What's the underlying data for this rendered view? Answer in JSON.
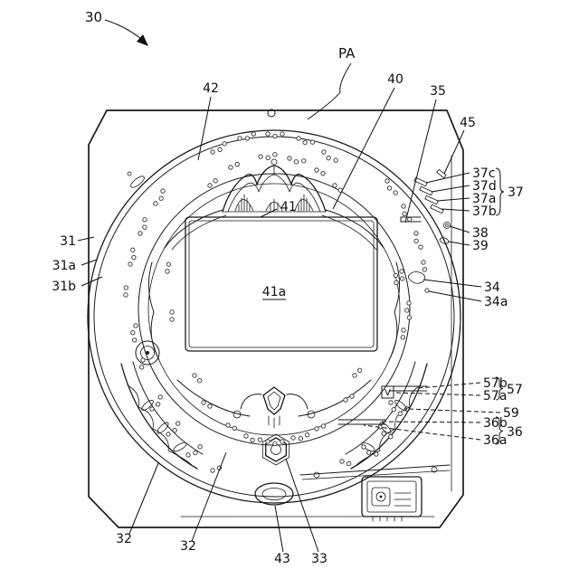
{
  "figure": {
    "type": "patent-line-drawing",
    "colors": {
      "line": "#1a1a1a",
      "background": "#ffffff"
    },
    "reference_labels": {
      "n30": "30",
      "pa": "PA",
      "n40": "40",
      "n35": "35",
      "n45": "45",
      "n42": "42",
      "n41": "41",
      "n41a": "41a",
      "n37c": "37c",
      "n37d": "37d",
      "n37a": "37a",
      "n37b": "37b",
      "n37": "37",
      "n38": "38",
      "n39": "39",
      "n31": "31",
      "n31a": "31a",
      "n31b": "31b",
      "n34": "34",
      "n34a": "34a",
      "n57b": "57b",
      "n57a": "57a",
      "n57": "57",
      "n59": "59",
      "n36b": "36b",
      "n36a": "36a",
      "n36": "36",
      "n32_left": "32",
      "n32_mid": "32",
      "n43": "43",
      "n33": "33",
      "v_mark": "V"
    }
  }
}
